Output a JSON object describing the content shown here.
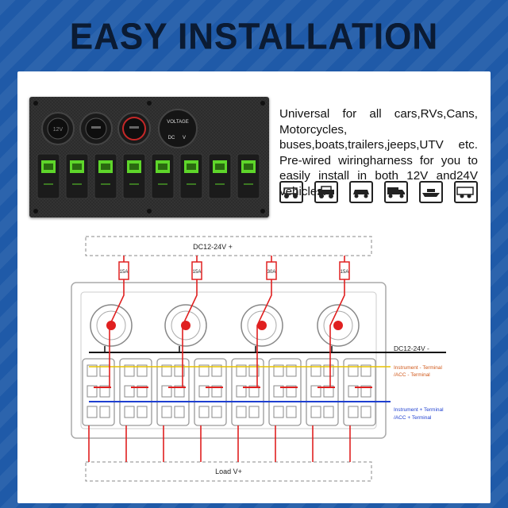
{
  "header": {
    "title": "EASY INSTALLATION"
  },
  "description": "Universal for all cars,RVs,Cans, Motorcycles, buses,boats,trailers,jeeps,UTV etc. Pre-wired wiringharness for you to easily install in both 12V and24V vehicles.",
  "vehicle_icons": [
    "utv-icon",
    "jeep-icon",
    "car-icon",
    "truck-icon",
    "boat-icon",
    "rv-icon"
  ],
  "panel": {
    "voltmeter_label": "VOLTAGE",
    "voltmeter_dc": "DC",
    "voltmeter_v": "V",
    "socket_label": "12V",
    "switch_count": 8
  },
  "diagram": {
    "top_label": "DC12-24V  +",
    "right_minus": "DC12-24V  -",
    "instrument_minus_1": "Instrument - Terminal",
    "instrument_minus_2": "/ACC - Terminal",
    "instrument_plus_1": "Instrument + Terminal",
    "instrument_plus_2": "/ACC + Terminal",
    "bottom_label": "Load V+",
    "fuses": [
      "15A",
      "15A",
      "30A",
      "15A"
    ]
  },
  "colors": {
    "background": "#1f5aa8",
    "title": "#0b1b33",
    "switch_green": "#5ed62a",
    "wire_red": "#e02020",
    "wire_blue": "#1e3fd0",
    "wire_yellow": "#e8c400"
  }
}
